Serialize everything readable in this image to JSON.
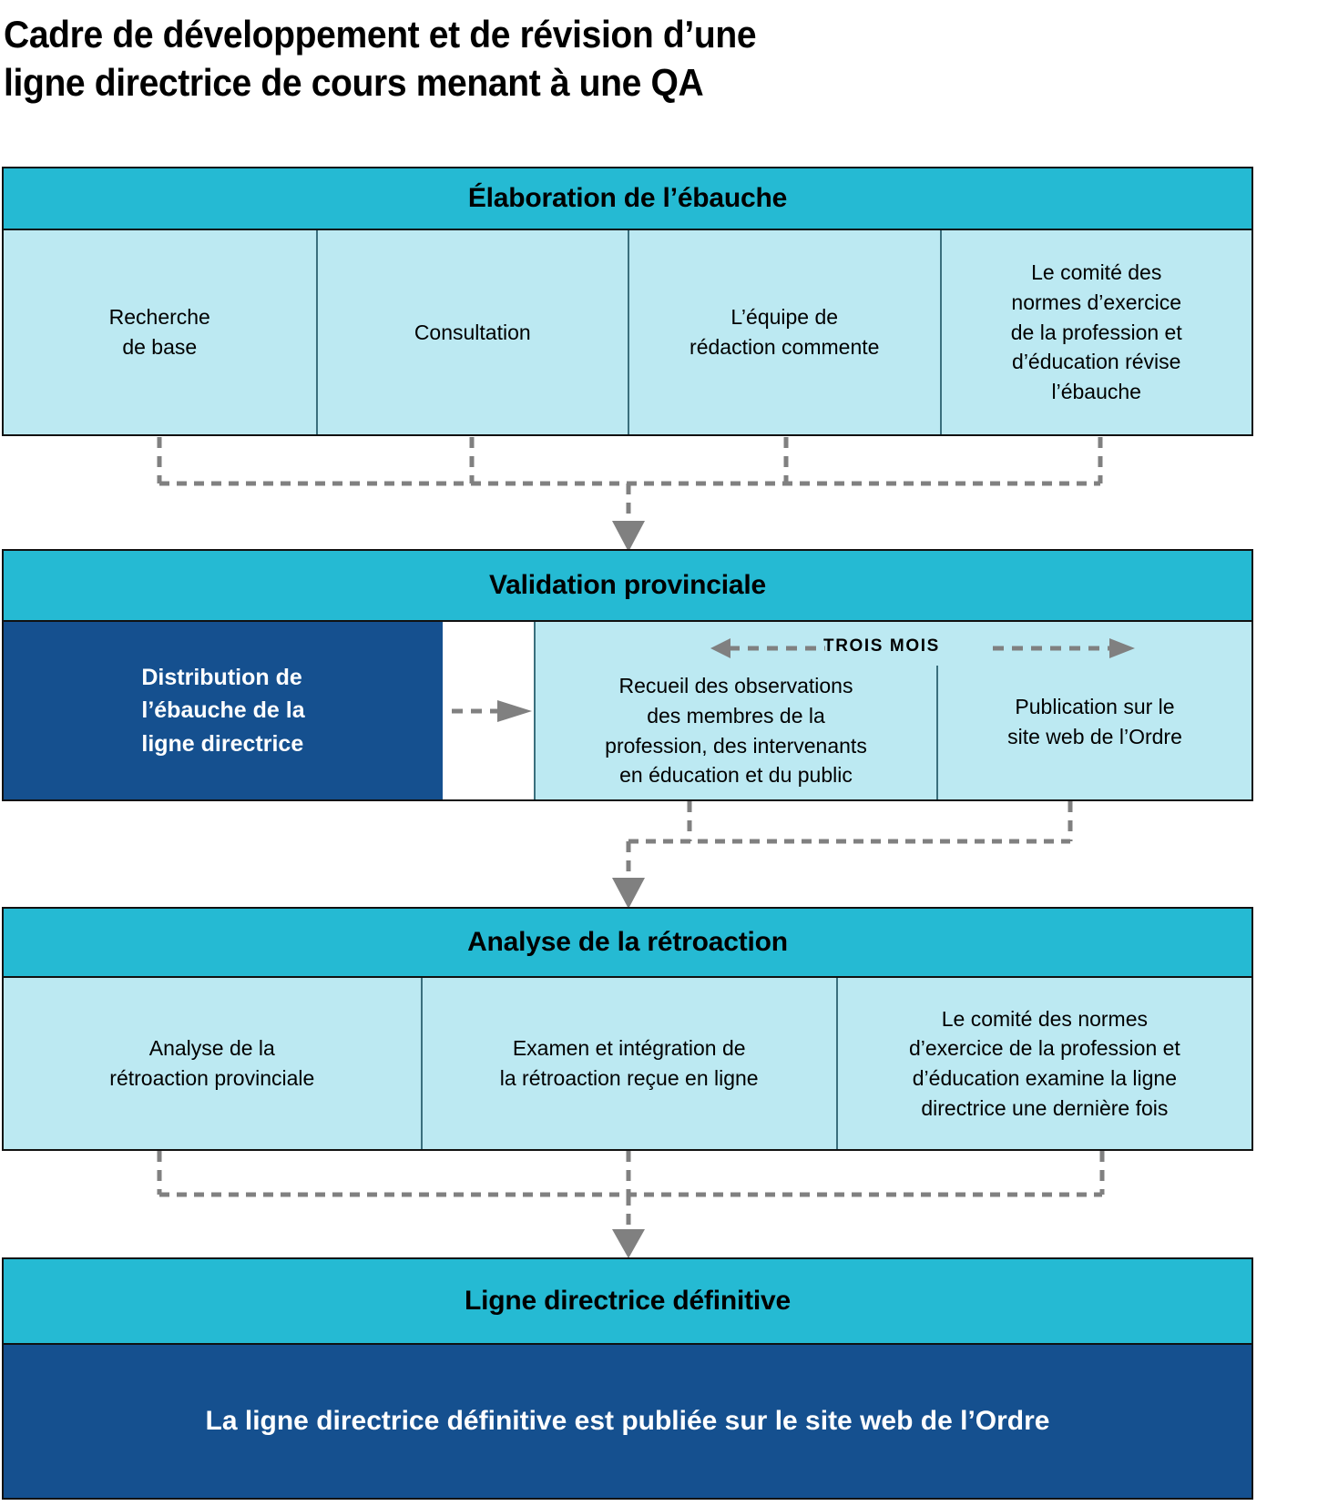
{
  "title": {
    "line1": "Cadre de développement et de révision d’une",
    "line2": "ligne directrice de cours menant à une QA"
  },
  "colors": {
    "header_teal": "#25bad3",
    "cell_light_blue": "#bce9f2",
    "dark_blue": "#15508f",
    "connector_gray": "#808080",
    "border_dark": "#111111"
  },
  "sections": [
    {
      "id": "elaboration",
      "header": "Élaboration de l’ébauche",
      "cells": [
        "Recherche\nde base",
        "Consultation",
        "L’équipe de\nrédaction commente",
        "Le comité des\nnormes d’exercice\nde la profession et\nd’éducation révise\nl’ébauche"
      ]
    },
    {
      "id": "validation",
      "header": "Validation provinciale",
      "dark_box": "Distribution de\nl’ébauche de la\nligne directrice",
      "duration_label": "TROIS MOIS",
      "cells": [
        "Recueil des observations\ndes membres de la\nprofession, des intervenants\nen éducation et du public",
        "Publication sur le\nsite web de l’Ordre"
      ]
    },
    {
      "id": "analyse",
      "header": "Analyse de la rétroaction",
      "cells": [
        "Analyse de la\nrétroaction provinciale",
        "Examen et intégration de\nla rétroaction reçue en ligne",
        "Le comité des normes\nd’exercice de la profession et\nd’éducation examine la ligne\ndirectrice une dernière fois"
      ]
    },
    {
      "id": "definitive",
      "header": "Ligne directrice définitive",
      "final_statement": "La ligne directrice définitive est publiée sur le site web de l’Ordre"
    }
  ]
}
